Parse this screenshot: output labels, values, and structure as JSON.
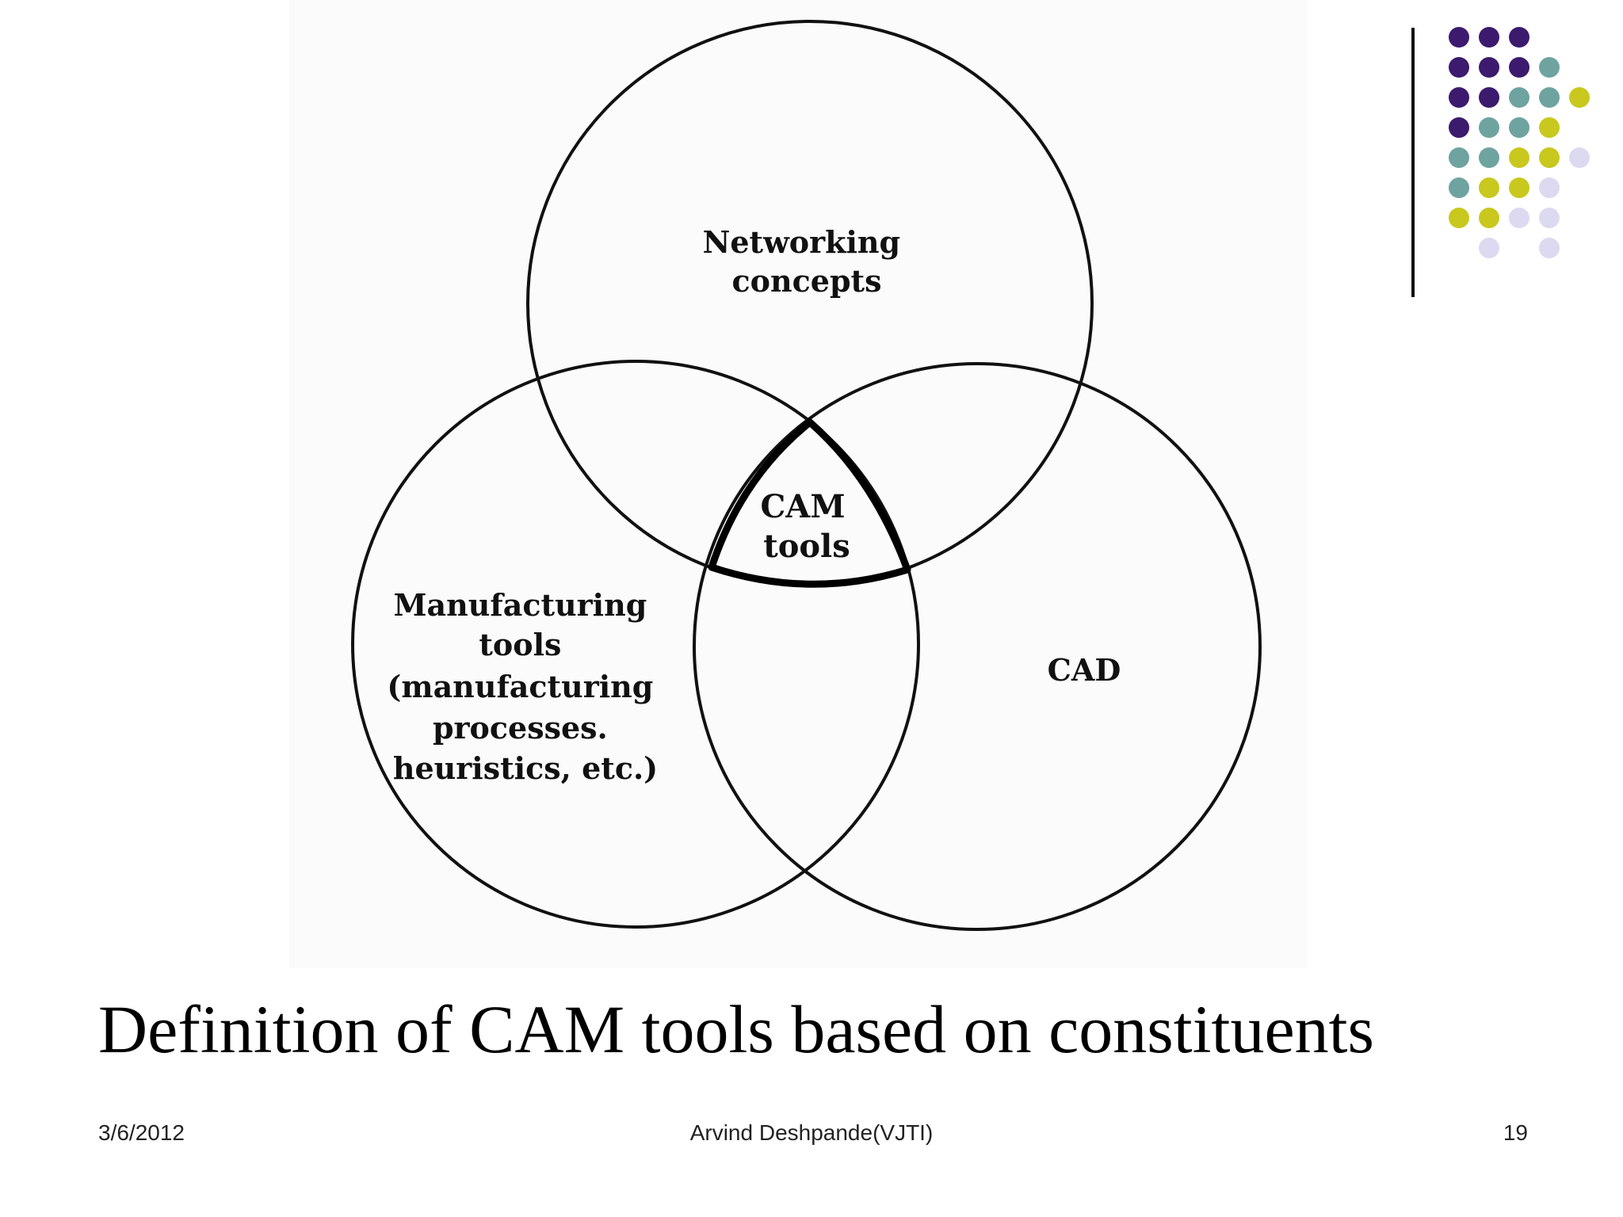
{
  "diagram": {
    "circles": [
      {
        "name": "networking",
        "label_lines": [
          "Networking",
          "concepts"
        ]
      },
      {
        "name": "manufacturing",
        "label_lines": [
          "Manufacturing",
          "tools",
          "(manufacturing",
          "processes.",
          "heuristics, etc.)"
        ]
      },
      {
        "name": "cad",
        "label_lines": [
          "CAD"
        ]
      }
    ],
    "intersection": {
      "label_lines": [
        "CAM",
        "tools"
      ]
    }
  },
  "title": "Definition of CAM tools based on constituents",
  "footer": {
    "date": "3/6/2012",
    "author": "Arvind Deshpande(VJTI)",
    "page": "19"
  },
  "theme": {
    "dot_colors": {
      "purple": "#3c1a6e",
      "teal": "#6fa3a0",
      "olive": "#c8c81e",
      "lavender": "#dcdaf0"
    },
    "dot_pattern": [
      "PPP__",
      "PPPT_",
      "PPTTO",
      "PTTO_",
      "TTOOL",
      "TOOL_",
      "OOLL_",
      "_L_L_"
    ]
  }
}
